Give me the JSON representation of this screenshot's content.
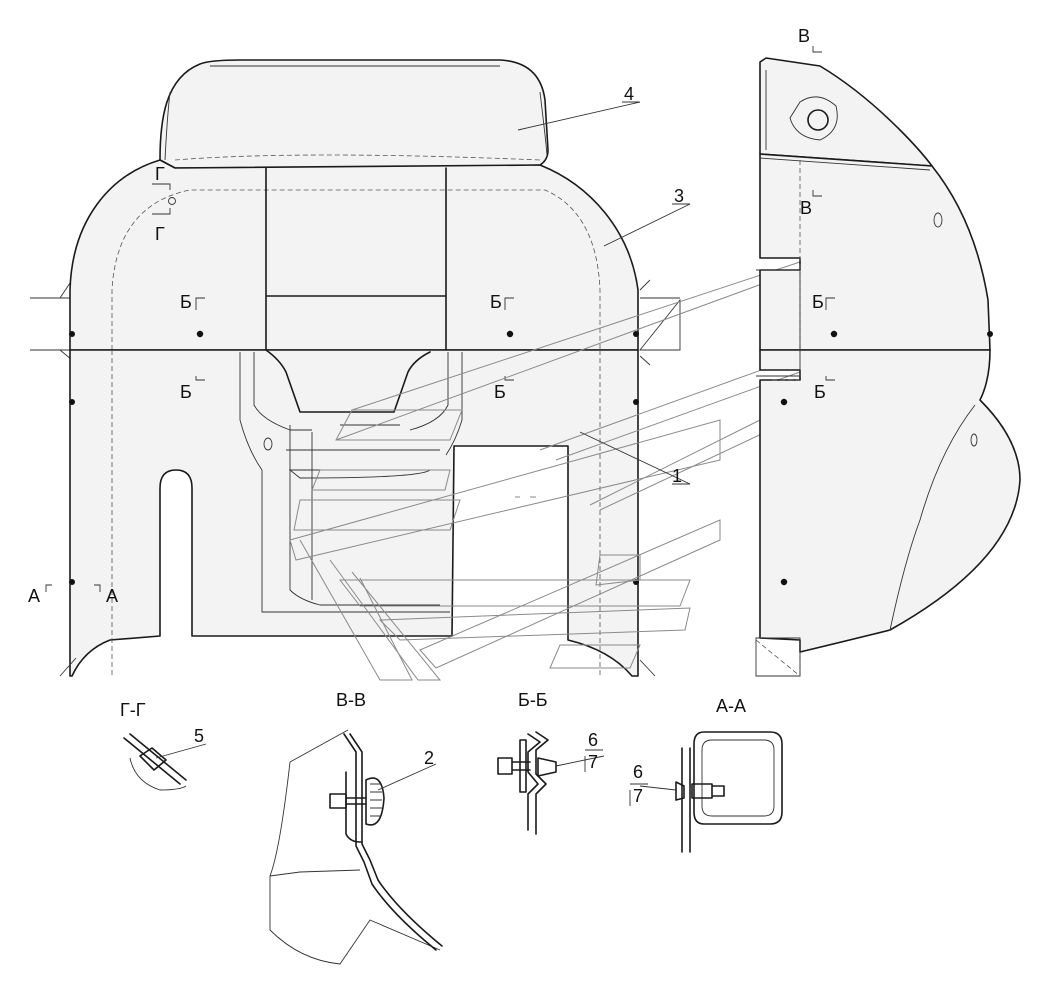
{
  "callouts": {
    "part1": "1",
    "part2": "2",
    "part3": "3",
    "part4": "4",
    "part5": "5",
    "part6a": "6",
    "part7a": "7",
    "part6b": "6",
    "part7b": "7"
  },
  "section_marks": {
    "G_top": "Г",
    "G_bottom": "Г",
    "B_left_top": "Б",
    "B_left_bottom": "Б",
    "B_mid_top": "Б",
    "B_mid_bottom": "Б",
    "B_side_top": "Б",
    "B_side_bottom": "Б",
    "V_top": "В",
    "V_mid": "В",
    "A_left": "А",
    "A_right": "А"
  },
  "section_titles": {
    "g_g": "Г-Г",
    "v_v": "В-В",
    "b_b": "Б-Б",
    "a_a": "А-А"
  }
}
